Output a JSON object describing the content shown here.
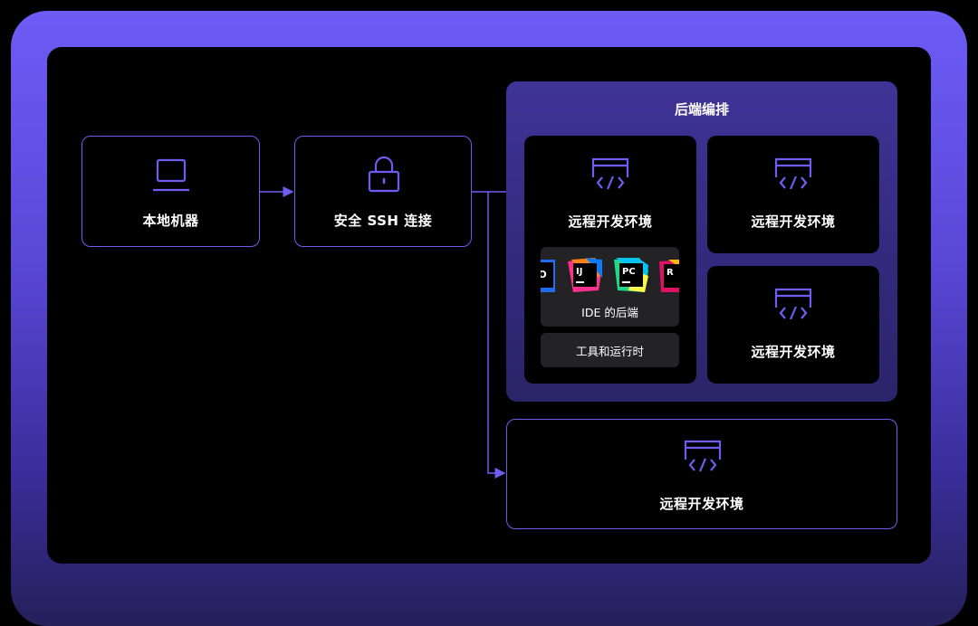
{
  "nodes": {
    "local_machine": "本地机器",
    "ssh": "安全 SSH 连接",
    "orchestration_title": "后端编排",
    "remote_env_label": "远程开发环境",
    "ide_backend": "IDE 的后端",
    "tools_runtime": "工具和运行时"
  },
  "ide_logos": [
    "O",
    "IJ",
    "PC",
    "R"
  ],
  "icons": {
    "local_machine": "laptop-icon",
    "ssh": "lock-icon",
    "remote_env": "code-window-icon"
  },
  "colors": {
    "accent": "#6f5cf0",
    "frame": "#6d5cf5",
    "group": "#3a3090"
  }
}
